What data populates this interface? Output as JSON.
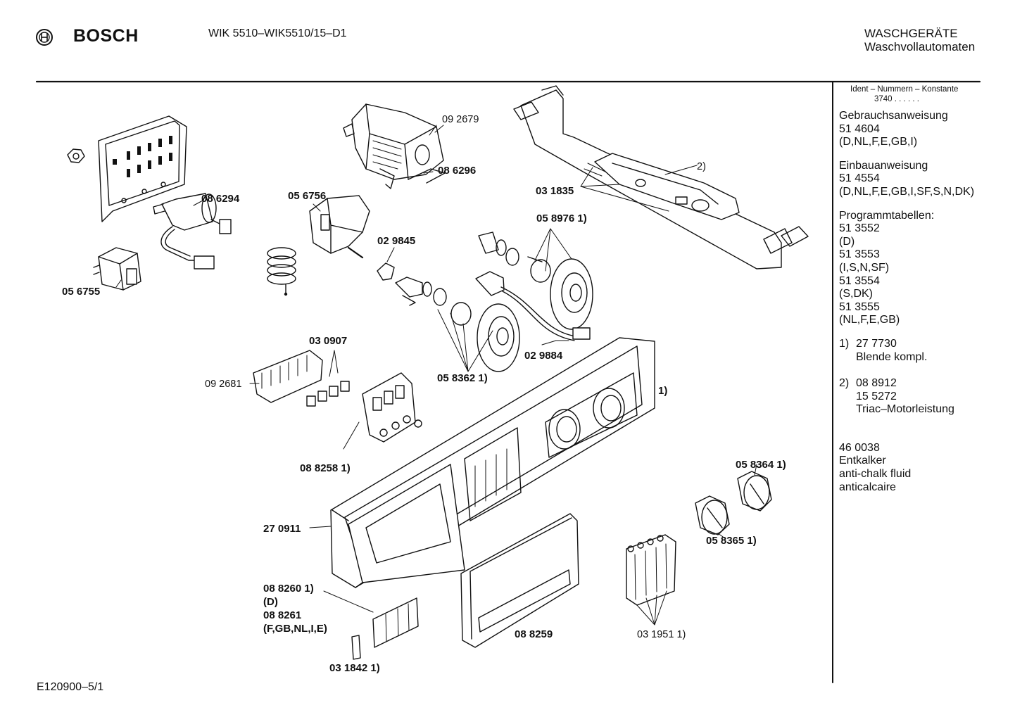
{
  "header": {
    "brand": "BOSCH",
    "model": "WIK 5510–WIK5510/15–D1",
    "category_line1": "WASCHGERÄTE",
    "category_line2": "Waschvollautomaten"
  },
  "footer": {
    "code": "E120900–5/1"
  },
  "sidebar": {
    "ident_line1": "Ident – Nummern – Konstante",
    "ident_line2": "3740  .  .  .  .  .  .",
    "usage_title": "Gebrauchsanweisung",
    "usage_number": "51 4604",
    "usage_langs": "(D,NL,F,E,GB,I)",
    "install_title": "Einbauanweisung",
    "install_number": "51 4554",
    "install_langs": "(D,NL,F,E,GB,I,SF,S,N,DK)",
    "tables_title": "Programmtabellen:",
    "tables": [
      {
        "number": "51 3552",
        "langs": "(D)"
      },
      {
        "number": "51 3553",
        "langs": "(I,S,N,SF)"
      },
      {
        "number": "51 3554",
        "langs": "(S,DK)"
      },
      {
        "number": "51 3555",
        "langs": "(NL,F,E,GB)"
      }
    ],
    "note1_marker": "1)",
    "note1_number": "27 7730",
    "note1_text": "Blende kompl.",
    "note2_marker": "2)",
    "note2_number": "08 8912",
    "note2_number_b": "15 5272",
    "note2_text": "Triac–Motorleistung",
    "chem_number": "46 0038",
    "chem_de": "Entkalker",
    "chem_en": "anti-chalk fluid",
    "chem_fr": "anticalcaire"
  },
  "labels": {
    "p092679": "09 2679",
    "p086296": "08 6296",
    "p086294": "08 6294",
    "p056756": "05 6756",
    "p056755": "05 6755",
    "p031835": "03 1835",
    "p2": "2)",
    "p058976": "05 8976 1)",
    "p029845": "02 9845",
    "p030907": "03 0907",
    "p092681": "09 2681",
    "p058362": "05 8362 1)",
    "p029884": "02 9884",
    "p1": "1)",
    "p088258": "08 8258 1)",
    "p058364": "05 8364 1)",
    "p058365": "05 8365 1)",
    "p270911": "27 0911",
    "p088260": "08 8260 1)",
    "p088260_d": "(D)",
    "p088261": "08 8261",
    "p088261_l": "(F,GB,NL,I,E)",
    "p088259": "08 8259",
    "p031951": "03 1951 1)",
    "p031842": "03 1842 1)"
  }
}
